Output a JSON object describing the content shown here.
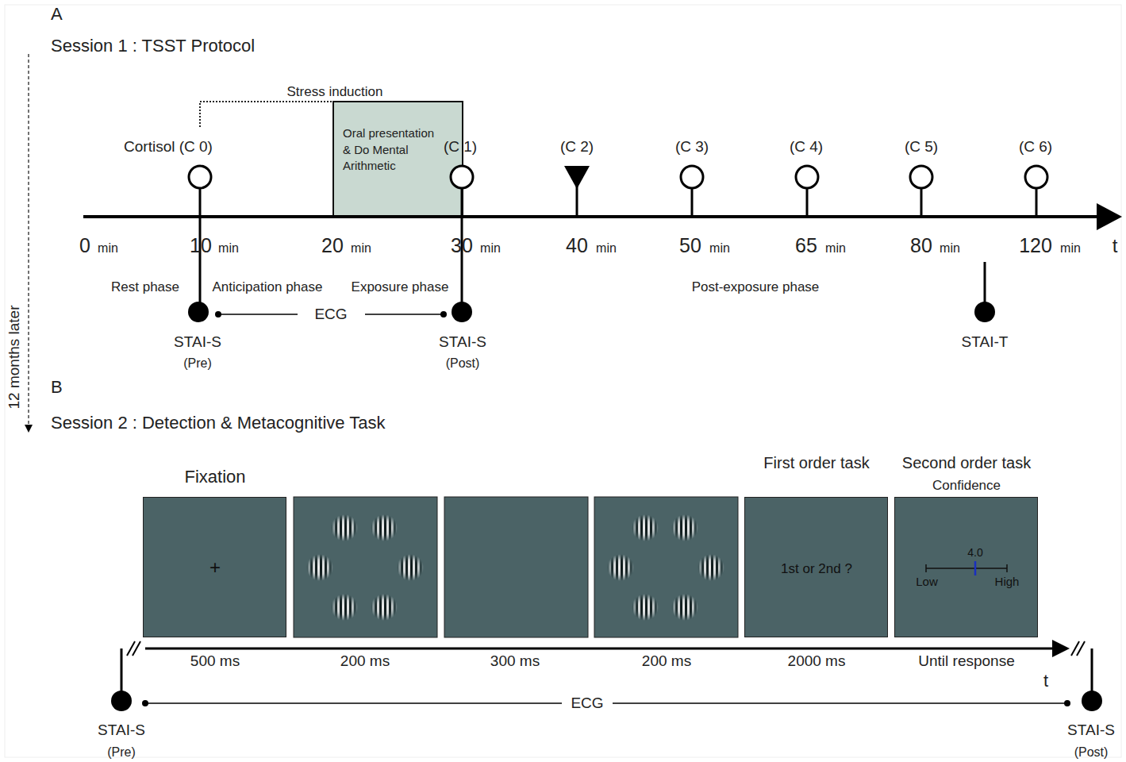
{
  "diagram": {
    "nodes": [
      {
        "text": [
          "Oral presentation & Do Mental Arithmetic"
        ]
      },
      {
        "text": [
          "Fixation",
          "+"
        ]
      },
      {
        "text": [
          "First order task",
          "1st or 2nd ?"
        ]
      },
      {
        "text": [
          "Second order task",
          "Confidence",
          "4.0",
          "Low",
          "High"
        ]
      }
    ],
    "labels": [
      "A",
      "Session 1 : TSST Protocol",
      "Stress induction",
      "Cortisol (C 0)",
      "(C 1)",
      "(C 2)",
      "(C 3)",
      "(C 4)",
      "(C 5)",
      "(C 6)",
      "0",
      "min",
      "10",
      "min",
      "20",
      "min",
      "30",
      "min",
      "40",
      "min",
      "50",
      "min",
      "65",
      "min",
      "80",
      "min",
      "120",
      "min",
      "t",
      "Rest phase",
      "Anticipation phase",
      "Exposure phase",
      "Post-exposure phase",
      "ECG",
      "STAI-S",
      "(Pre)",
      "STAI-S",
      "(Post)",
      "STAI-T",
      "12 months later",
      "B",
      "Session 2 : Detection & Metacognitive Task",
      "500 ms",
      "200 ms",
      "300 ms",
      "200 ms",
      "2000 ms",
      "Until response",
      "t",
      "ECG",
      "STAI-S",
      "(Pre)",
      "STAI-S",
      "(Post)"
    ]
  }
}
